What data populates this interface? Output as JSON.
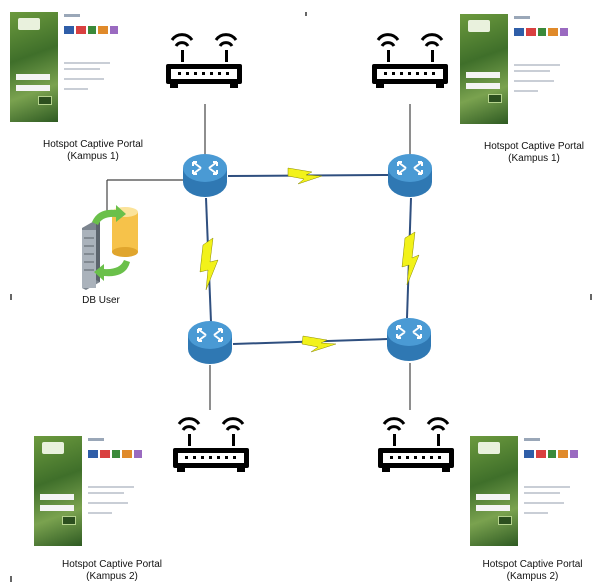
{
  "labels": {
    "portal_top_left": [
      "Hotspot Captive Portal",
      "(Kampus 1)"
    ],
    "portal_top_right": [
      "Hotspot Captive Portal",
      "(Kampus 1)"
    ],
    "portal_bottom_left": [
      "Hotspot Captive Portal",
      "(Kampus 2)"
    ],
    "portal_bottom_right": [
      "Hotspot Captive Portal",
      "(Kampus 2)"
    ],
    "db": "DB User"
  },
  "colors": {
    "router": "#4a9ad4",
    "router_dark": "#2f78b3",
    "link": "#2f4f7f",
    "wan_bolt": "#f2f21a",
    "access_point": "#000000",
    "db_cylinder": "#f6c24a",
    "server": "#9aa3ad",
    "sync_arrow": "#6ac04a"
  },
  "icons": [
    "access-point-icon",
    "router-icon",
    "lightning-link-icon",
    "server-icon",
    "database-icon",
    "sync-arrows-icon"
  ]
}
